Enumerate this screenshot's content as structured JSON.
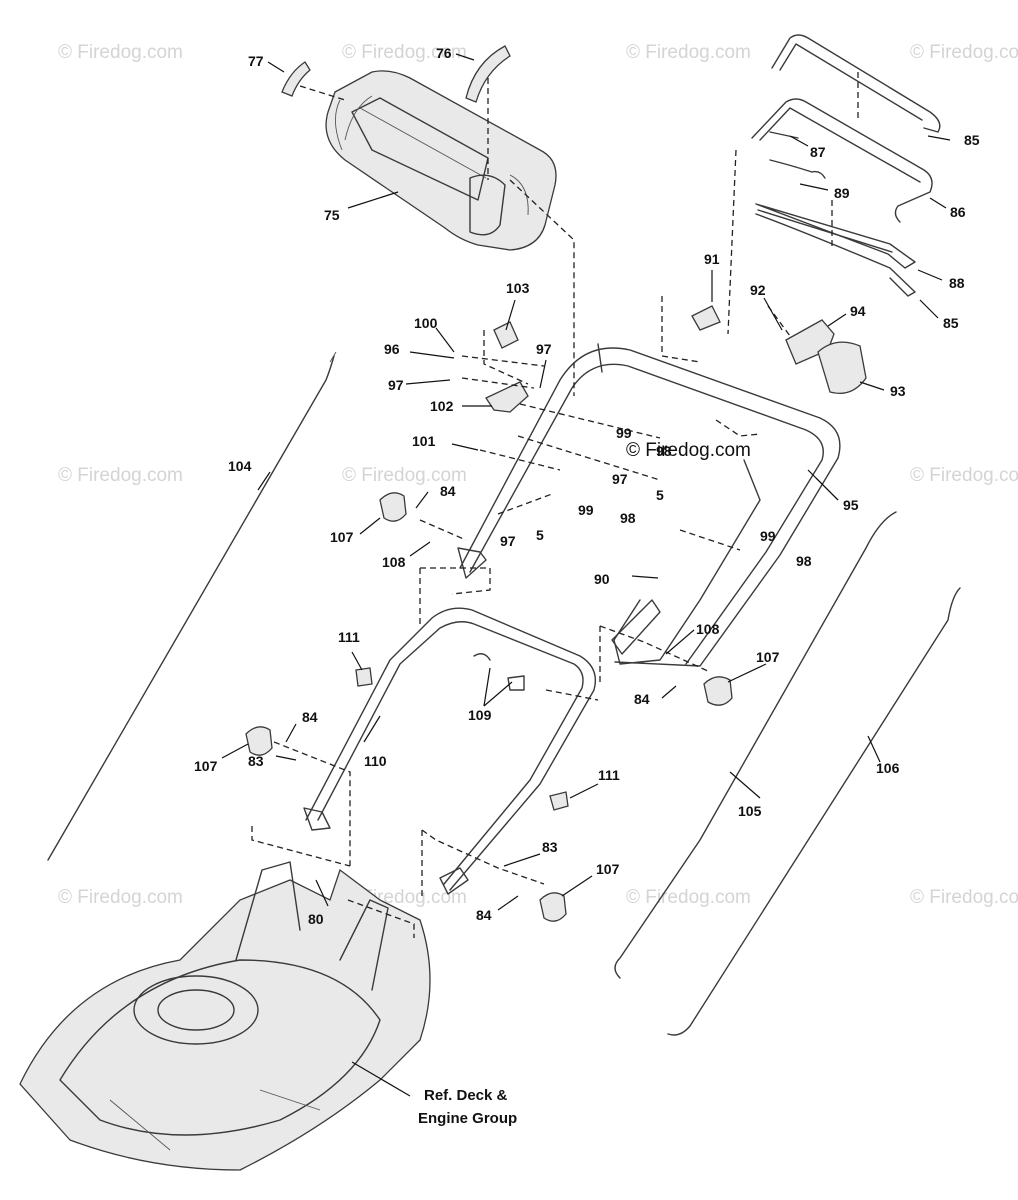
{
  "watermark": "© Firedog.com",
  "center_watermark": "© Firedog.com",
  "reference_note": {
    "line1": "Ref. Deck &",
    "line2": "Engine Group"
  },
  "callouts": {
    "n75": "75",
    "n76": "76",
    "n77": "77",
    "n85a": "85",
    "n85b": "85",
    "n86": "86",
    "n87": "87",
    "n88": "88",
    "n89": "89",
    "n90": "90",
    "n91": "91",
    "n92": "92",
    "n93": "93",
    "n94": "94",
    "n95": "95",
    "n96": "96",
    "n97a": "97",
    "n97b": "97",
    "n97c": "97",
    "n97d": "97",
    "n98a": "98",
    "n98b": "98",
    "n98c": "98",
    "n99a": "99",
    "n99b": "99",
    "n99c": "99",
    "n100": "100",
    "n101": "101",
    "n102": "102",
    "n103": "103",
    "n104": "104",
    "n5a": "5",
    "n5b": "5",
    "n84a": "84",
    "n84b": "84",
    "n84c": "84",
    "n84d": "84",
    "n83a": "83",
    "n83b": "83",
    "n80": "80",
    "n105": "105",
    "n106": "106",
    "n107a": "107",
    "n107b": "107",
    "n107c": "107",
    "n107d": "107",
    "n108a": "108",
    "n108b": "108",
    "n109": "109",
    "n110": "110",
    "n111a": "111",
    "n111b": "111"
  }
}
